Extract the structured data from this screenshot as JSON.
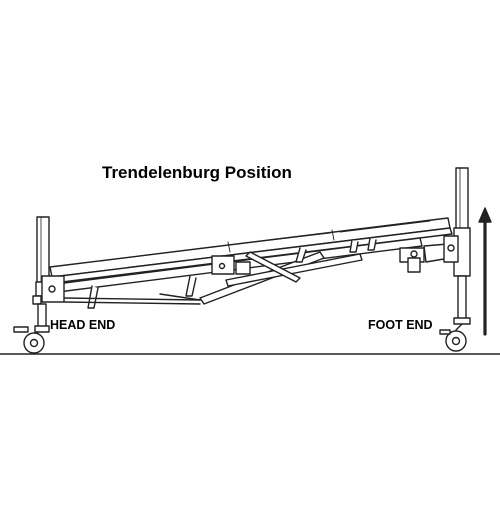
{
  "diagram": {
    "title": "Trendelenburg Position",
    "labels": {
      "head_end": "HEAD END",
      "foot_end": "FOOT END"
    },
    "indicator": {
      "icon": "up-arrow-icon",
      "direction": "up"
    },
    "stroke_color": "#222222",
    "fill_color": "#ffffff"
  }
}
